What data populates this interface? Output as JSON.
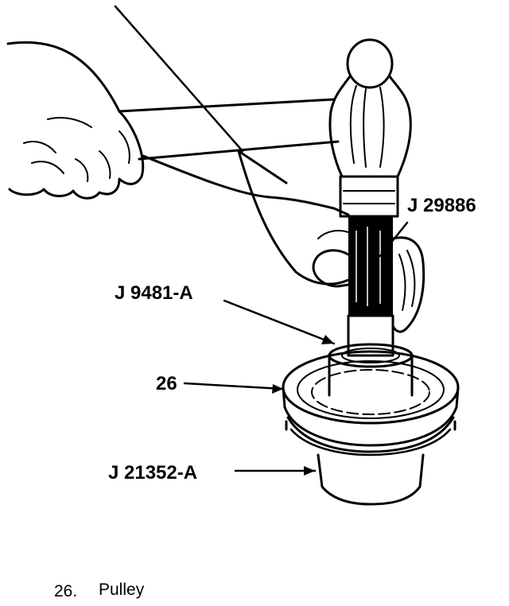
{
  "labels": {
    "j29886": "J 29886",
    "j9481a": "J 9481-A",
    "pulley_ref": "26",
    "j21352a": "J 21352-A"
  },
  "caption": {
    "number": "26.",
    "text": "Pulley"
  },
  "colors": {
    "ink": "#000000",
    "paper": "#ffffff"
  }
}
